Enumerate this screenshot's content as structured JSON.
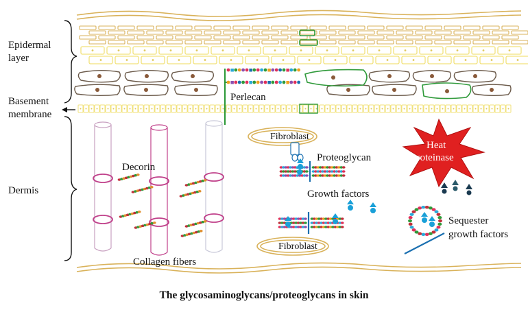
{
  "labels": {
    "epidermal_line1": "Epidermal",
    "epidermal_line2": "layer",
    "basement_line1": "Basement",
    "basement_line2": "membrane",
    "dermis": "Dermis",
    "perlecan": "Perlecan",
    "fibroblast_top": "Fibroblast",
    "fibroblast_bottom": "Fibroblast",
    "proteoglycan": "Proteoglycan",
    "growth_factors": "Growth factors",
    "decorin": "Decorin",
    "collagen_fibers": "Collagen fibers",
    "heat_line1": "Heat",
    "heat_line2": "proteinase",
    "sequester_line1": "Sequester",
    "sequester_line2": "growth factors"
  },
  "caption": "The glycosaminoglycans/proteoglycans in skin",
  "colors": {
    "tan_outline": "#d9b25a",
    "yellow_cell": "#f2e27a",
    "brown_cell": "#6b5a4a",
    "nucleus": "#8a5a3a",
    "green_outline": "#2f9a3a",
    "collagen_pink": "#c8a0c0",
    "collagen_ring": "#c0408a",
    "proteoglycan_blue": "#1a6fb0",
    "growth_factor_blue": "#1aa0d8",
    "heat_star": "#e02020",
    "dark_teal": "#1a3a50"
  }
}
